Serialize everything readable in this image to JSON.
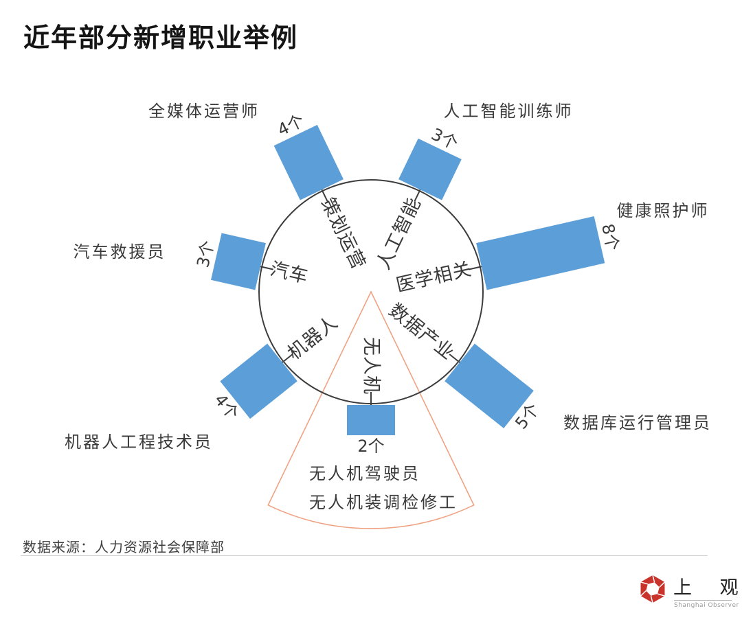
{
  "chart_data": {
    "type": "radial-bar",
    "title": "近年部分新增职业举例",
    "unit": "个",
    "categories": [
      "无人机",
      "机器人",
      "汽车",
      "策划运营",
      "人工智能",
      "医学相关",
      "数据产业"
    ],
    "series": [
      {
        "name": "新增职业数量",
        "values": [
          2,
          4,
          3,
          4,
          3,
          8,
          5
        ]
      }
    ],
    "items": [
      {
        "category": "无人机",
        "count": 2,
        "count_label": "2个",
        "occupations": [
          "无人机驾驶员",
          "无人机装调检修工"
        ],
        "highlighted": true
      },
      {
        "category": "机器人",
        "count": 4,
        "count_label": "4个",
        "occupations": [
          "机器人工程技术员"
        ],
        "highlighted": false
      },
      {
        "category": "汽车",
        "count": 3,
        "count_label": "3个",
        "occupations": [
          "汽车救援员"
        ],
        "highlighted": false
      },
      {
        "category": "策划运营",
        "count": 4,
        "count_label": "4个",
        "occupations": [
          "全媒体运营师"
        ],
        "highlighted": false
      },
      {
        "category": "人工智能",
        "count": 3,
        "count_label": "3个",
        "occupations": [
          "人工智能训练师"
        ],
        "highlighted": false
      },
      {
        "category": "医学相关",
        "count": 8,
        "count_label": "8个",
        "occupations": [
          "健康照护师"
        ],
        "highlighted": false
      },
      {
        "category": "数据产业",
        "count": 5,
        "count_label": "5个",
        "occupations": [
          "数据库运行管理员"
        ],
        "highlighted": false
      }
    ],
    "highlight": {
      "category": "无人机",
      "style": "orange-fan"
    },
    "layout_hint": "7 spokes evenly spaced, drone spoke pointing straight down, bar length proportional to count"
  },
  "source": "数据来源：人力资源社会保障部",
  "logo": {
    "cn": "上 观",
    "en": "Shanghai Observer"
  },
  "colors": {
    "bar": "#5C9FD8",
    "fan": "#F0A284",
    "ink": "#3A3A3A",
    "stroke": "#3D3D3D",
    "divider": "#CCCCCC",
    "logo_red": "#C8332B"
  }
}
